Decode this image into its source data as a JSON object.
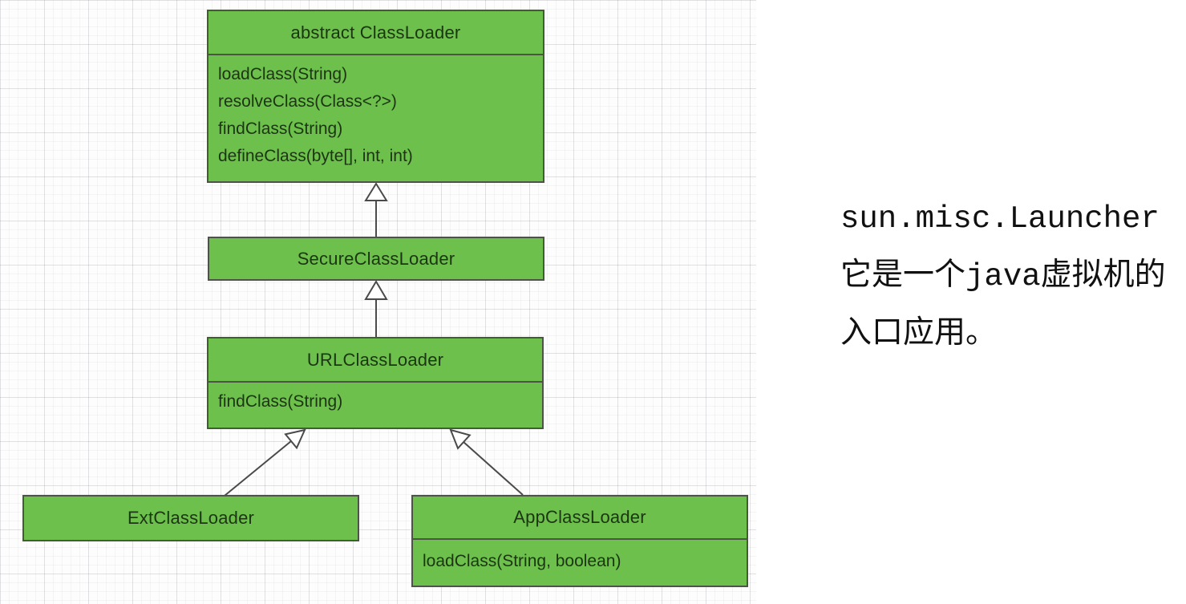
{
  "diagram": {
    "nodes": [
      {
        "title": "abstract ClassLoader",
        "methods": [
          "loadClass(String)",
          "resolveClass(Class<?>)",
          "findClass(String)",
          "defineClass(byte[], int, int)"
        ]
      },
      {
        "title": "SecureClassLoader",
        "methods": []
      },
      {
        "title": "URLClassLoader",
        "methods": [
          "findClass(String)"
        ]
      },
      {
        "title": "ExtClassLoader",
        "methods": []
      },
      {
        "title": "AppClassLoader",
        "methods": [
          "loadClass(String, boolean)"
        ]
      }
    ],
    "relations": [
      {
        "from": "SecureClassLoader",
        "to": "abstract ClassLoader",
        "type": "inheritance"
      },
      {
        "from": "URLClassLoader",
        "to": "SecureClassLoader",
        "type": "inheritance"
      },
      {
        "from": "ExtClassLoader",
        "to": "URLClassLoader",
        "type": "inheritance"
      },
      {
        "from": "AppClassLoader",
        "to": "URLClassLoader",
        "type": "inheritance"
      }
    ]
  },
  "annotation": {
    "line1": "sun.misc.Launcher",
    "line2_prefix": "它是一个",
    "line2_code": "java",
    "line2_suffix": "虚拟机的",
    "line3": "入口应用。"
  },
  "colors": {
    "node_fill": "#6cc04b",
    "node_border": "#4b5543",
    "node_text": "#1c3513",
    "connector": "#4a4a4a"
  }
}
